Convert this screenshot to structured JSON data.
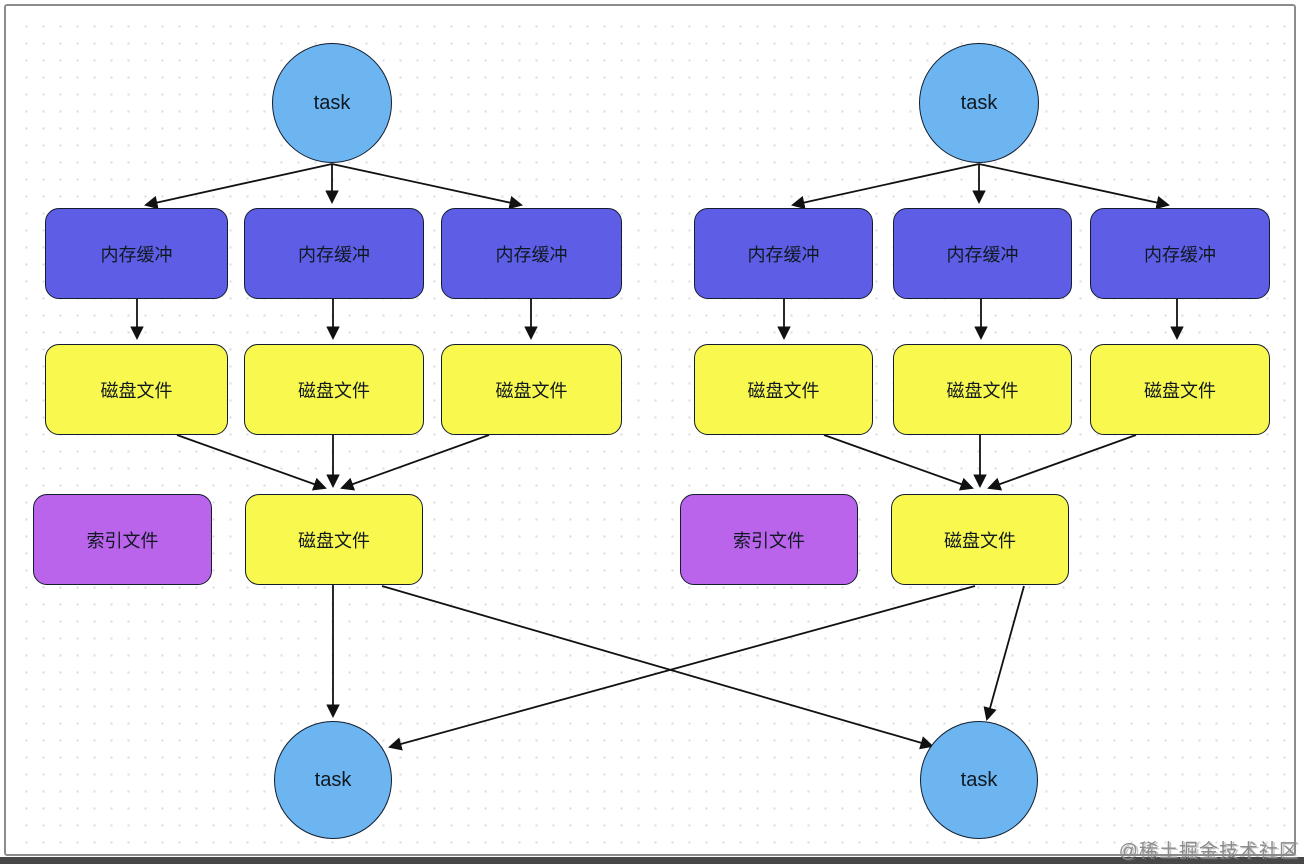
{
  "labels": {
    "task": "task",
    "memory_buffer": "内存缓冲",
    "disk_file": "磁盘文件",
    "index_file": "索引文件"
  },
  "watermark": {
    "text": "@稀土掘金技术社区"
  },
  "colors": {
    "task_fill": "#6cb5f0",
    "memory_buffer_fill": "#5d5de6",
    "disk_file_fill": "#f8f84e",
    "index_file_fill": "#b964eb",
    "node_border": "#141d2e",
    "edge_stroke": "#111111",
    "grid_dot": "#dcdcdc",
    "frame_border": "#8c8c8c",
    "bottom_bar": "#474747"
  },
  "graph": {
    "groups": [
      {
        "name": "left-pipeline",
        "nodes": [
          {
            "id": "task-source-left",
            "type": "circle",
            "label": "task"
          },
          {
            "id": "membuf-left-1",
            "type": "box",
            "label": "内存缓冲"
          },
          {
            "id": "membuf-left-2",
            "type": "box",
            "label": "内存缓冲"
          },
          {
            "id": "membuf-left-3",
            "type": "box",
            "label": "内存缓冲"
          },
          {
            "id": "disk-left-1",
            "type": "box",
            "label": "磁盘文件"
          },
          {
            "id": "disk-left-2",
            "type": "box",
            "label": "磁盘文件"
          },
          {
            "id": "disk-left-3",
            "type": "box",
            "label": "磁盘文件"
          },
          {
            "id": "index-left",
            "type": "box",
            "label": "索引文件"
          },
          {
            "id": "merged-disk-left",
            "type": "box",
            "label": "磁盘文件"
          },
          {
            "id": "task-dest-left",
            "type": "circle",
            "label": "task"
          }
        ],
        "edges": [
          [
            "task-source-left",
            "membuf-left-1"
          ],
          [
            "task-source-left",
            "membuf-left-2"
          ],
          [
            "task-source-left",
            "membuf-left-3"
          ],
          [
            "membuf-left-1",
            "disk-left-1"
          ],
          [
            "membuf-left-2",
            "disk-left-2"
          ],
          [
            "membuf-left-3",
            "disk-left-3"
          ],
          [
            "disk-left-1",
            "merged-disk-left"
          ],
          [
            "disk-left-2",
            "merged-disk-left"
          ],
          [
            "disk-left-3",
            "merged-disk-left"
          ],
          [
            "merged-disk-left",
            "task-dest-left"
          ],
          [
            "merged-disk-left",
            "task-dest-right"
          ]
        ]
      },
      {
        "name": "right-pipeline",
        "nodes": [
          {
            "id": "task-source-right",
            "type": "circle",
            "label": "task"
          },
          {
            "id": "membuf-right-1",
            "type": "box",
            "label": "内存缓冲"
          },
          {
            "id": "membuf-right-2",
            "type": "box",
            "label": "内存缓冲"
          },
          {
            "id": "membuf-right-3",
            "type": "box",
            "label": "内存缓冲"
          },
          {
            "id": "disk-right-1",
            "type": "box",
            "label": "磁盘文件"
          },
          {
            "id": "disk-right-2",
            "type": "box",
            "label": "磁盘文件"
          },
          {
            "id": "disk-right-3",
            "type": "box",
            "label": "磁盘文件"
          },
          {
            "id": "index-right",
            "type": "box",
            "label": "索引文件"
          },
          {
            "id": "merged-disk-right",
            "type": "box",
            "label": "磁盘文件"
          },
          {
            "id": "task-dest-right",
            "type": "circle",
            "label": "task"
          }
        ],
        "edges": [
          [
            "task-source-right",
            "membuf-right-1"
          ],
          [
            "task-source-right",
            "membuf-right-2"
          ],
          [
            "task-source-right",
            "membuf-right-3"
          ],
          [
            "membuf-right-1",
            "disk-right-1"
          ],
          [
            "membuf-right-2",
            "disk-right-2"
          ],
          [
            "membuf-right-3",
            "disk-right-3"
          ],
          [
            "disk-right-1",
            "merged-disk-right"
          ],
          [
            "disk-right-2",
            "merged-disk-right"
          ],
          [
            "disk-right-3",
            "merged-disk-right"
          ],
          [
            "merged-disk-right",
            "task-dest-right"
          ],
          [
            "merged-disk-right",
            "task-dest-left"
          ]
        ]
      }
    ]
  }
}
